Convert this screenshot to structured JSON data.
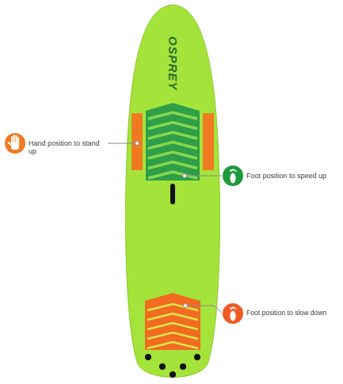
{
  "diagram": {
    "labels": [
      "OSPREY",
      "Hand position to stand up",
      "Foot position to speed up",
      "Foot position to slow down"
    ]
  }
}
